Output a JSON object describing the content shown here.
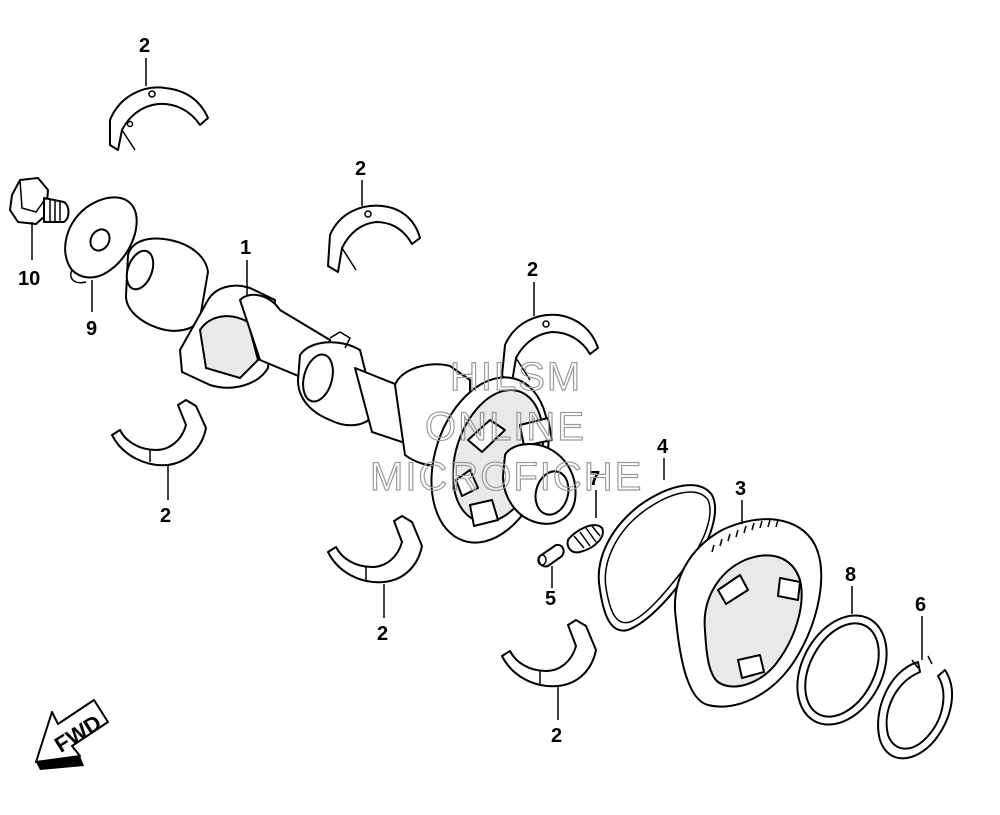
{
  "watermark": {
    "line1": "HILSM",
    "line2": "ONLINE",
    "line3": "MICROFICHE"
  },
  "fwd_label": "FWD",
  "callouts": {
    "c1": "1",
    "c2a": "2",
    "c2b": "2",
    "c2c": "2",
    "c2d": "2",
    "c2e": "2",
    "c2f": "2",
    "c3": "3",
    "c4": "4",
    "c5": "5",
    "c6": "6",
    "c7": "7",
    "c8": "8",
    "c9": "9",
    "c10": "10"
  },
  "parts": [
    {
      "ref": "1",
      "icon": "crankshaft-icon"
    },
    {
      "ref": "2",
      "icon": "bearing-shell-icon"
    },
    {
      "ref": "3",
      "icon": "ring-gear-icon"
    },
    {
      "ref": "4",
      "icon": "o-ring-icon"
    },
    {
      "ref": "5",
      "icon": "pin-icon"
    },
    {
      "ref": "6",
      "icon": "circlip-icon"
    },
    {
      "ref": "7",
      "icon": "spring-icon"
    },
    {
      "ref": "8",
      "icon": "washer-ring-icon"
    },
    {
      "ref": "9",
      "icon": "washer-icon"
    },
    {
      "ref": "10",
      "icon": "bolt-icon"
    }
  ]
}
